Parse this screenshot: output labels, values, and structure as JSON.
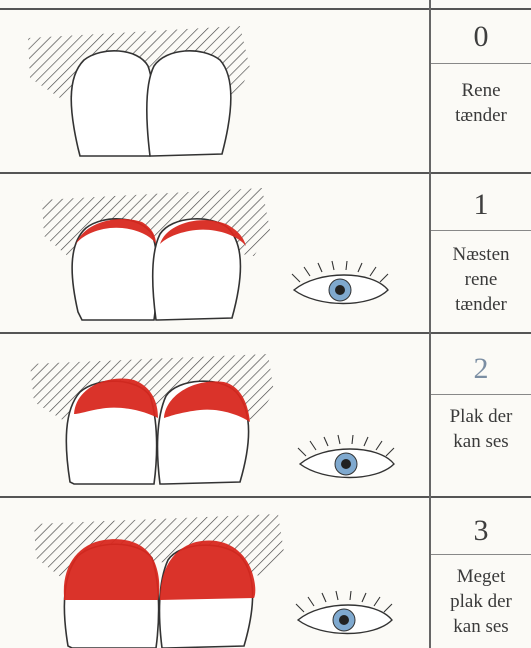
{
  "rows": [
    {
      "score": "0",
      "label_lines": [
        "Rene",
        "tænder"
      ],
      "plaque_level": 0,
      "shows_eye": false
    },
    {
      "score": "1",
      "label_lines": [
        "Næsten",
        "rene",
        "tænder"
      ],
      "plaque_level": 1,
      "shows_eye": true
    },
    {
      "score": "2",
      "label_lines": [
        "Plak der",
        "kan ses"
      ],
      "plaque_level": 2,
      "shows_eye": true
    },
    {
      "score": "3",
      "label_lines": [
        "Meget",
        "plak der",
        "kan ses"
      ],
      "plaque_level": 3,
      "shows_eye": true
    }
  ],
  "colors": {
    "plaque": "#d8281f",
    "eye_iris": "#7fa9cf",
    "rule": "#555555"
  },
  "icons": [
    "teeth-illustration",
    "eye-icon"
  ]
}
